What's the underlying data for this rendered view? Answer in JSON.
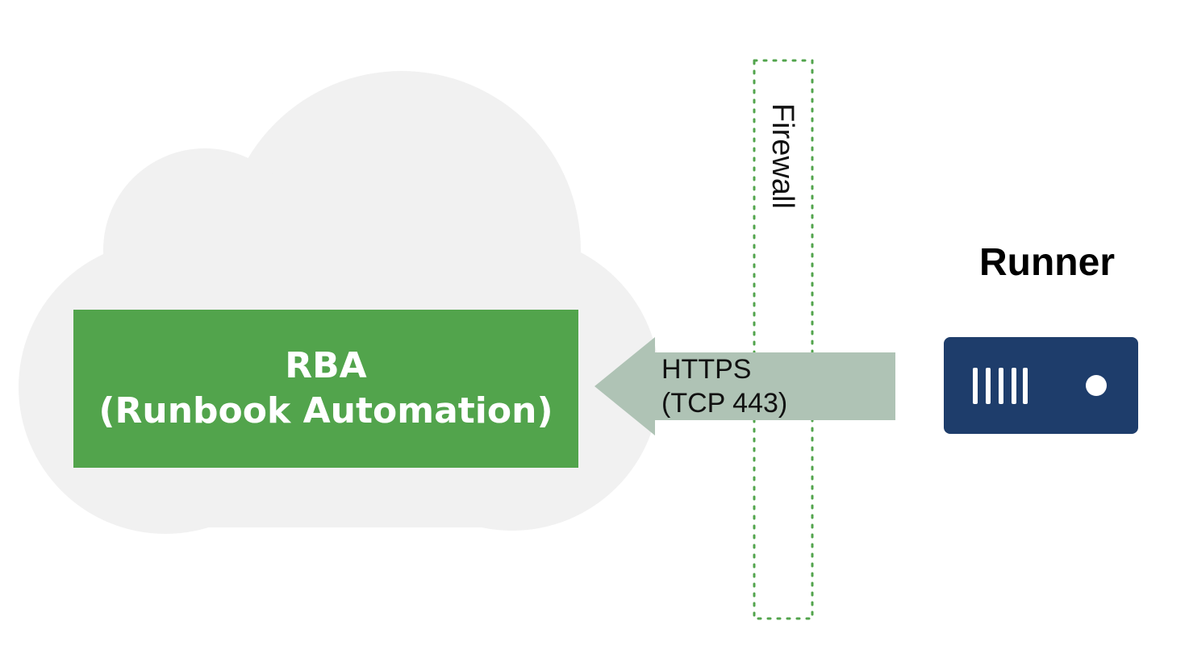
{
  "rba": {
    "line1": "RBA",
    "line2": "(Runbook Automation)"
  },
  "connection": {
    "line1": "HTTPS",
    "line2": "(TCP 443)"
  },
  "firewall": {
    "label": "Firewall"
  },
  "runner": {
    "title": "Runner",
    "icon": "server-icon"
  },
  "colors": {
    "cloud": "#f1f1f1",
    "rba_box": "#52a44c",
    "arrow": "#afc3b5",
    "firewall_border": "#52a44c",
    "server": "#1e3d6b"
  }
}
